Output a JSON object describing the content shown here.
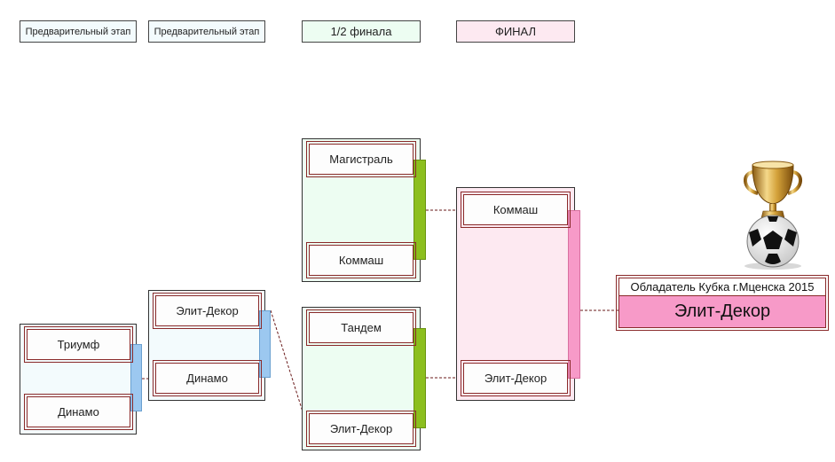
{
  "headers": [
    "Предварительный этап",
    "Предварительный этап",
    "1/2 финала",
    "ФИНАЛ"
  ],
  "colors": {
    "prelim_bg": "#f3fbfd",
    "semi_bg": "#edfdf2",
    "final_bg": "#fde9f1",
    "prelim_bar": "#9cc8f0",
    "semi_bar": "#8cbf1e",
    "final_bar": "#f79ac8",
    "winner_bg": "#f79ac8"
  },
  "bracket": {
    "round1": {
      "team1": "Триумф",
      "team2": "Динамо"
    },
    "round2": {
      "team1": "Элит-Декор",
      "team2": "Динамо"
    },
    "semi1": {
      "team1": "Магистраль",
      "team2": "Коммаш"
    },
    "semi2": {
      "team1": "Тандем",
      "team2": "Элит-Декор"
    },
    "final": {
      "team1": "Коммаш",
      "team2": "Элит-Декор"
    }
  },
  "winner": {
    "title": "Обладатель Кубка г.Мценска 2015",
    "name": "Элит-Декор"
  },
  "icons": [
    "trophy-icon",
    "soccer-ball-icon"
  ]
}
